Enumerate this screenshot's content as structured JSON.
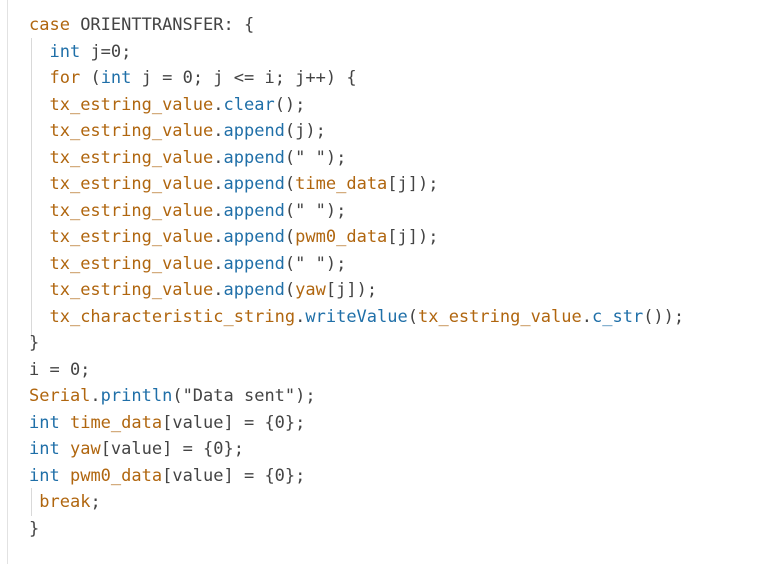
{
  "code_lines": [
    {
      "tokens": [
        {
          "c": "kw",
          "t": "case "
        },
        {
          "c": "pl",
          "t": "ORIENTTRANSFER: {"
        }
      ]
    },
    {
      "tokens": [
        {
          "c": "pl",
          "t": "  "
        },
        {
          "c": "ty",
          "t": "int"
        },
        {
          "c": "pl",
          "t": " j=0;"
        }
      ]
    },
    {
      "tokens": [
        {
          "c": "pl",
          "t": "  "
        },
        {
          "c": "kw",
          "t": "for"
        },
        {
          "c": "pl",
          "t": " ("
        },
        {
          "c": "ty",
          "t": "int"
        },
        {
          "c": "pl",
          "t": " j = 0; j <= i; j++) {"
        }
      ]
    },
    {
      "tokens": [
        {
          "c": "pl",
          "t": "  "
        },
        {
          "c": "fn",
          "t": "tx_estring_value"
        },
        {
          "c": "pl",
          "t": "."
        },
        {
          "c": "mb",
          "t": "clear"
        },
        {
          "c": "pl",
          "t": "();"
        }
      ]
    },
    {
      "tokens": [
        {
          "c": "pl",
          "t": "  "
        },
        {
          "c": "fn",
          "t": "tx_estring_value"
        },
        {
          "c": "pl",
          "t": "."
        },
        {
          "c": "mb",
          "t": "append"
        },
        {
          "c": "pl",
          "t": "(j);"
        }
      ]
    },
    {
      "tokens": [
        {
          "c": "pl",
          "t": "  "
        },
        {
          "c": "fn",
          "t": "tx_estring_value"
        },
        {
          "c": "pl",
          "t": "."
        },
        {
          "c": "mb",
          "t": "append"
        },
        {
          "c": "pl",
          "t": "(\" \");"
        }
      ]
    },
    {
      "tokens": [
        {
          "c": "pl",
          "t": "  "
        },
        {
          "c": "fn",
          "t": "tx_estring_value"
        },
        {
          "c": "pl",
          "t": "."
        },
        {
          "c": "mb",
          "t": "append"
        },
        {
          "c": "pl",
          "t": "("
        },
        {
          "c": "fn",
          "t": "time_data"
        },
        {
          "c": "pl",
          "t": "[j]);"
        }
      ]
    },
    {
      "tokens": [
        {
          "c": "pl",
          "t": "  "
        },
        {
          "c": "fn",
          "t": "tx_estring_value"
        },
        {
          "c": "pl",
          "t": "."
        },
        {
          "c": "mb",
          "t": "append"
        },
        {
          "c": "pl",
          "t": "(\" \");"
        }
      ]
    },
    {
      "tokens": [
        {
          "c": "pl",
          "t": "  "
        },
        {
          "c": "fn",
          "t": "tx_estring_value"
        },
        {
          "c": "pl",
          "t": "."
        },
        {
          "c": "mb",
          "t": "append"
        },
        {
          "c": "pl",
          "t": "("
        },
        {
          "c": "fn",
          "t": "pwm0_data"
        },
        {
          "c": "pl",
          "t": "[j]);"
        }
      ]
    },
    {
      "tokens": [
        {
          "c": "pl",
          "t": "  "
        },
        {
          "c": "fn",
          "t": "tx_estring_value"
        },
        {
          "c": "pl",
          "t": "."
        },
        {
          "c": "mb",
          "t": "append"
        },
        {
          "c": "pl",
          "t": "(\" \");"
        }
      ]
    },
    {
      "tokens": [
        {
          "c": "pl",
          "t": "  "
        },
        {
          "c": "fn",
          "t": "tx_estring_value"
        },
        {
          "c": "pl",
          "t": "."
        },
        {
          "c": "mb",
          "t": "append"
        },
        {
          "c": "pl",
          "t": "("
        },
        {
          "c": "fn",
          "t": "yaw"
        },
        {
          "c": "pl",
          "t": "[j]);"
        }
      ]
    },
    {
      "tokens": [
        {
          "c": "pl",
          "t": "  "
        },
        {
          "c": "fn",
          "t": "tx_characteristic_string"
        },
        {
          "c": "pl",
          "t": "."
        },
        {
          "c": "mb",
          "t": "writeValue"
        },
        {
          "c": "pl",
          "t": "("
        },
        {
          "c": "fn",
          "t": "tx_estring_value"
        },
        {
          "c": "pl",
          "t": "."
        },
        {
          "c": "mb",
          "t": "c_str"
        },
        {
          "c": "pl",
          "t": "());"
        }
      ]
    },
    {
      "tokens": [
        {
          "c": "pl",
          "t": "}"
        }
      ]
    },
    {
      "tokens": [
        {
          "c": "pl",
          "t": "i = 0;"
        }
      ]
    },
    {
      "tokens": [
        {
          "c": "fn",
          "t": "Serial"
        },
        {
          "c": "pl",
          "t": "."
        },
        {
          "c": "mb",
          "t": "println"
        },
        {
          "c": "pl",
          "t": "(\"Data sent\");"
        }
      ]
    },
    {
      "tokens": [
        {
          "c": "ty",
          "t": "int"
        },
        {
          "c": "pl",
          "t": " "
        },
        {
          "c": "fn",
          "t": "time_data"
        },
        {
          "c": "pl",
          "t": "[value] = {0};"
        }
      ]
    },
    {
      "tokens": [
        {
          "c": "ty",
          "t": "int"
        },
        {
          "c": "pl",
          "t": " "
        },
        {
          "c": "fn",
          "t": "yaw"
        },
        {
          "c": "pl",
          "t": "[value] = {0};"
        }
      ]
    },
    {
      "tokens": [
        {
          "c": "ty",
          "t": "int"
        },
        {
          "c": "pl",
          "t": " "
        },
        {
          "c": "fn",
          "t": "pwm0_data"
        },
        {
          "c": "pl",
          "t": "[value] = {0};"
        }
      ]
    },
    {
      "tokens": [
        {
          "c": "pl",
          "t": " "
        },
        {
          "c": "kw",
          "t": "break"
        },
        {
          "c": "pl",
          "t": ";"
        }
      ]
    },
    {
      "tokens": [
        {
          "c": "pl",
          "t": "}"
        }
      ]
    }
  ]
}
